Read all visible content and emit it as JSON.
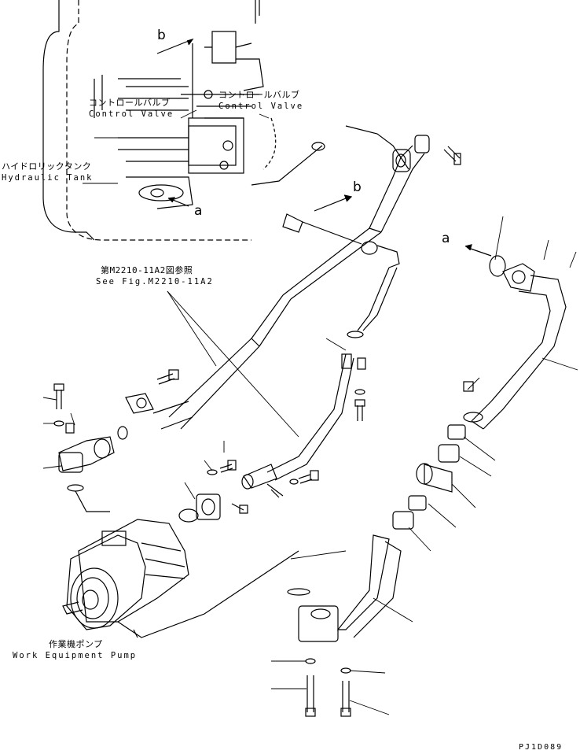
{
  "labels": {
    "control_valve_left_jp": "コントロールバルブ",
    "control_valve_left_en": "Control Valve",
    "control_valve_right_jp": "コントロールバルブ",
    "control_valve_right_en": "Control Valve",
    "hydraulic_tank_jp": "ハイドロリックタンク",
    "hydraulic_tank_en": "Hydraulic Tank",
    "see_fig_jp": "第M2210-11A2図参照",
    "see_fig_en": "See Fig.M2210-11A2",
    "pump_jp": "作業機ポンプ",
    "pump_en": "Work Equipment Pump",
    "ref_a_top": "a",
    "ref_a_right": "a",
    "ref_b_top": "b",
    "ref_b_mid": "b",
    "drawing_code": "PJ1D089"
  },
  "colors": {
    "line": "#000000",
    "background": "#ffffff"
  }
}
